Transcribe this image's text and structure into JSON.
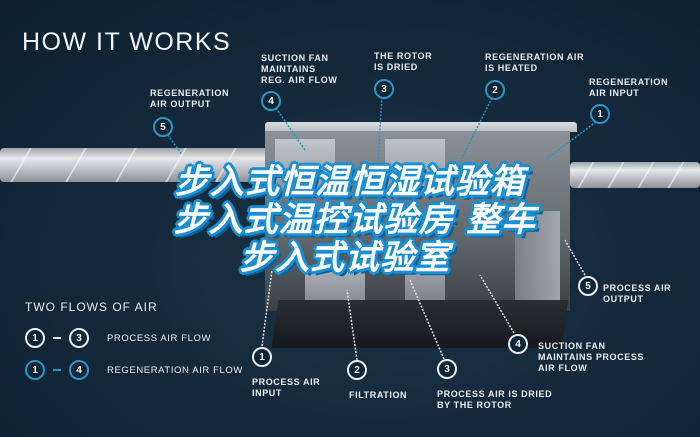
{
  "header": {
    "title": "HOW IT WORKS"
  },
  "top_callouts": [
    {
      "number": "5",
      "label": "REGENERATION\nAIR OUTPUT"
    },
    {
      "number": "4",
      "label": "SUCTION FAN\nMAINTAINS\nREG. AIR FLOW"
    },
    {
      "number": "3",
      "label": "THE ROTOR\nIS DRIED"
    },
    {
      "number": "2",
      "label": "REGENERATION AIR\nIS HEATED"
    },
    {
      "number": "1",
      "label": "REGENERATION\nAIR INPUT"
    }
  ],
  "bottom_callouts": [
    {
      "number": "1",
      "label": "PROCESS AIR\nINPUT"
    },
    {
      "number": "2",
      "label": "FILTRATION"
    },
    {
      "number": "3",
      "label": "PROCESS AIR IS DRIED\nBY THE ROTOR"
    },
    {
      "number": "4",
      "label": "SUCTION FAN\nMAINTAINS PROCESS\nAIR FLOW"
    },
    {
      "number": "5",
      "label": "PROCESS AIR\nOUTPUT"
    }
  ],
  "legend": {
    "title": "TWO FLOWS OF AIR",
    "rows": [
      {
        "from": "1",
        "to": "3",
        "label": "PROCESS AIR FLOW",
        "color": "#e8edf1"
      },
      {
        "from": "1",
        "to": "4",
        "label": "REGENERATION AIR FLOW",
        "color": "#2f93c4"
      }
    ]
  },
  "overlay": {
    "line1": "步入式恒温恒湿试验箱",
    "line2": "步入式温控试验房  整车",
    "line3": "步入式试验室"
  },
  "colors": {
    "background": "#142a3c",
    "accent_blue": "#2f93c4",
    "overlay_blue": "#1b8fd2",
    "text": "#e9edf0"
  }
}
